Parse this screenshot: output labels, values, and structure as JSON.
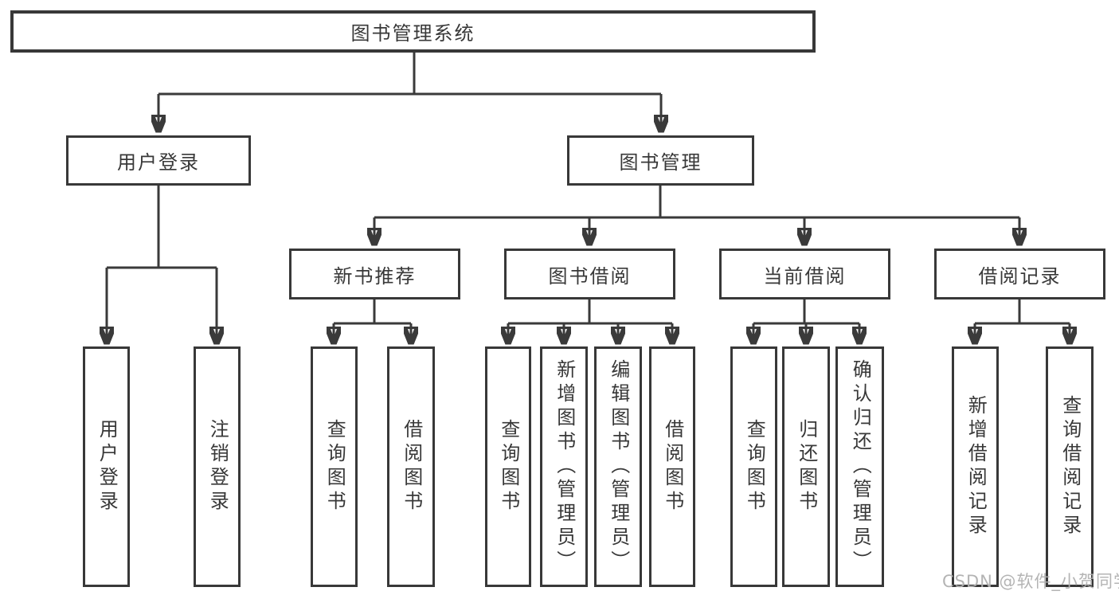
{
  "diagram_type": "hierarchy-tree",
  "colors": {
    "line": "#3a3a3a",
    "border": "#383838",
    "text": "#383838",
    "box_background": "#ffffff",
    "page_background": "#ffffff",
    "watermark": "#b0b0b0"
  },
  "watermark": {
    "text": "CSDN @软件_小贺同学"
  },
  "tree": {
    "label": "图书管理系统",
    "children": [
      {
        "label": "用户登录",
        "children": [
          {
            "label": "用户登录"
          },
          {
            "label": "注销登录"
          }
        ]
      },
      {
        "label": "图书管理",
        "children": [
          {
            "label": "新书推荐",
            "children": [
              {
                "label": "查询图书"
              },
              {
                "label": "借阅图书"
              }
            ]
          },
          {
            "label": "图书借阅",
            "children": [
              {
                "label": "查询图书"
              },
              {
                "label": "新增图书（管理员）"
              },
              {
                "label": "编辑图书（管理员）"
              },
              {
                "label": "借阅图书"
              }
            ]
          },
          {
            "label": "当前借阅",
            "children": [
              {
                "label": "查询图书"
              },
              {
                "label": "归还图书"
              },
              {
                "label": "确认归还（管理员）"
              }
            ]
          },
          {
            "label": "借阅记录",
            "children": [
              {
                "label": "新增借阅记录"
              },
              {
                "label": "查询借阅记录"
              }
            ]
          }
        ]
      }
    ]
  }
}
